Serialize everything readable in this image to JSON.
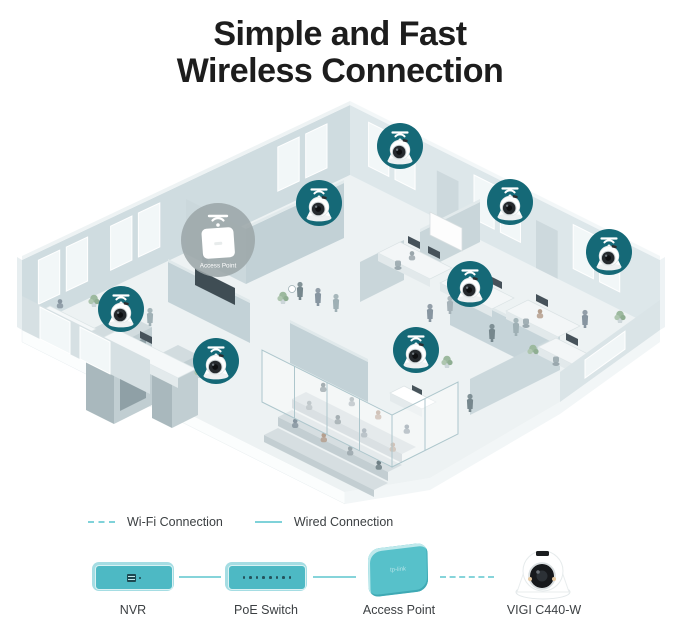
{
  "title": {
    "line1": "Simple and Fast",
    "line2": "Wireless Connection"
  },
  "legend": {
    "items": [
      {
        "id": "wifi",
        "label": "Wi-Fi Connection",
        "line_style": "dashed"
      },
      {
        "id": "wired",
        "label": "Wired Connection",
        "line_style": "solid"
      }
    ]
  },
  "devices": [
    {
      "id": "nvr",
      "label": "NVR"
    },
    {
      "id": "poe_switch",
      "label": "PoE Switch"
    },
    {
      "id": "access_point",
      "label": "Access Point"
    },
    {
      "id": "camera",
      "label": "VIGI C440-W"
    }
  ],
  "connections": [
    "wired",
    "wired",
    "wifi"
  ],
  "diagram": {
    "access_point_label": "Access Point",
    "camera_count": 8
  },
  "colors": {
    "teal_accent": "#4db9c4",
    "teal_light": "#a5dde3",
    "line_teal": "#7fd2d9",
    "badge_teal": "#156977",
    "title_text": "#1d1d1d",
    "label_text": "#3c4043"
  }
}
